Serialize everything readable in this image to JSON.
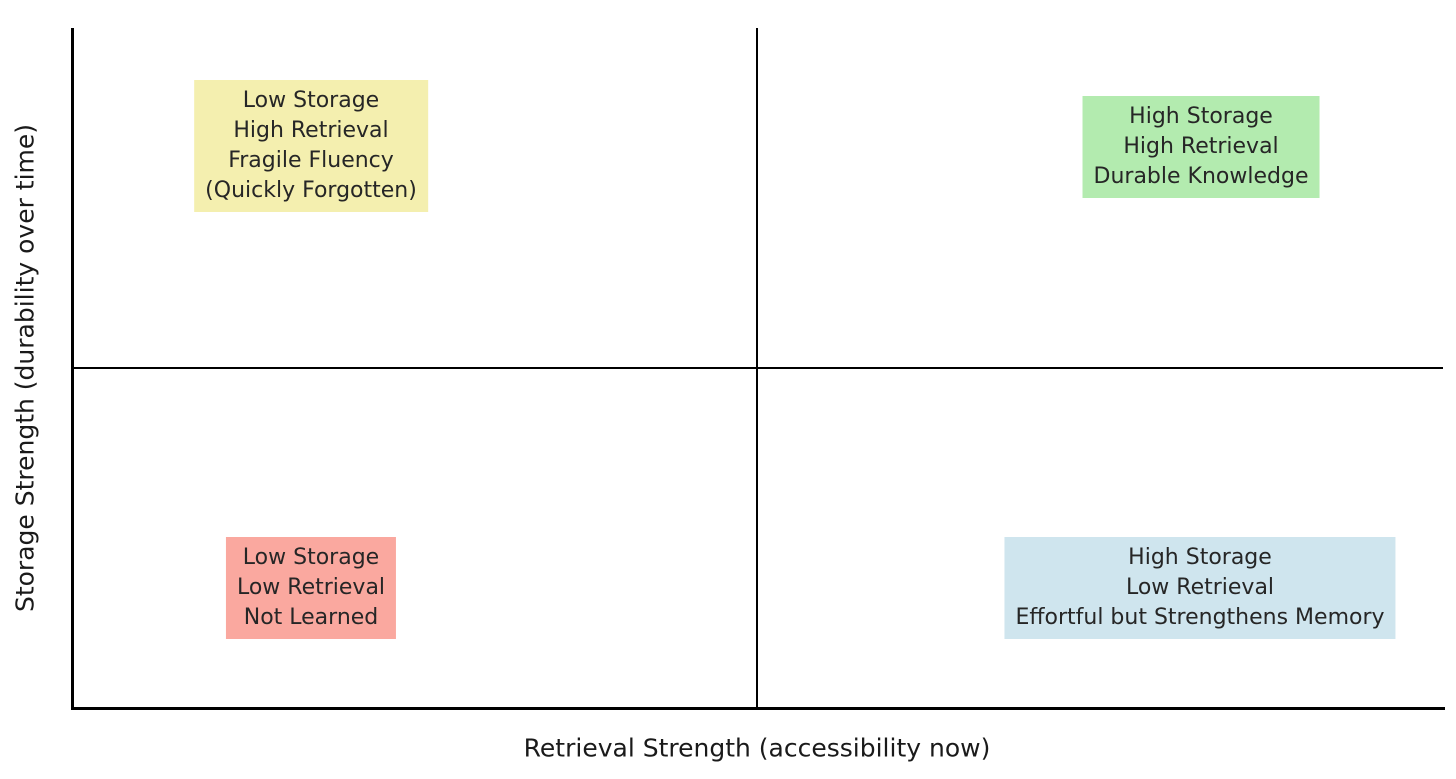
{
  "figure": {
    "x_axis_label": "Retrieval Strength (accessibility now)",
    "y_axis_label": "Storage Strength (durability over time)",
    "axis_line_color": "#000000",
    "text_color": "#262626",
    "background_color": "#ffffff"
  },
  "quadrants": {
    "top_left": {
      "bg": "#F4EFAF",
      "lines": [
        "Low Storage",
        "High Retrieval",
        "Fragile Fluency",
        "(Quickly Forgotten)"
      ]
    },
    "top_right": {
      "bg": "#B3EBAF",
      "lines": [
        "High Storage",
        "High Retrieval",
        "Durable Knowledge"
      ]
    },
    "bottom_left": {
      "bg": "#FAA89F",
      "lines": [
        "Low Storage",
        "Low Retrieval",
        "Not Learned"
      ]
    },
    "bottom_right": {
      "bg": "#CFE5EE",
      "lines": [
        "High Storage",
        "Low Retrieval",
        "Effortful but Strengthens Memory"
      ]
    }
  }
}
